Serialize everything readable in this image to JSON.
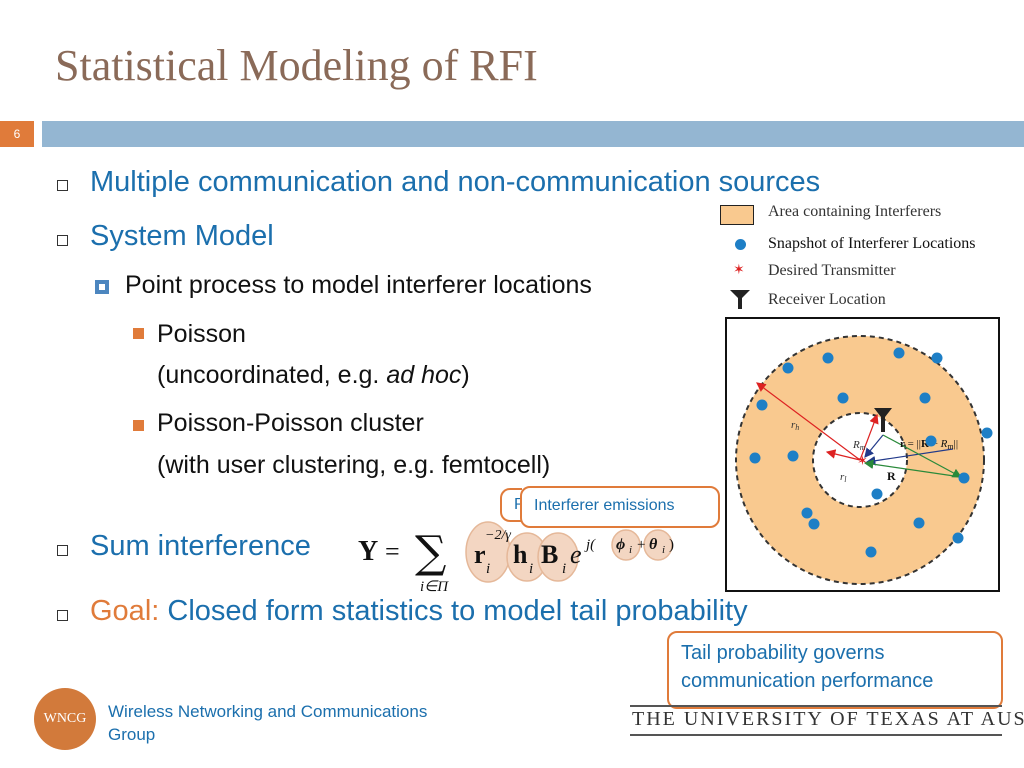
{
  "title": "Statistical Modeling of RFI",
  "slide_number": "6",
  "bullets": {
    "b1": "Multiple communication and non-communication sources",
    "b2": "System Model",
    "b2_sub": "Point process to model interferer locations",
    "poisson_1": "Poisson",
    "poisson_2a": "(uncoordinated, e.g. ",
    "poisson_2b": "ad hoc",
    "poisson_2c": ")",
    "ppc_1": "Poisson-Poisson cluster",
    "ppc_2": "(with user clustering, e.g. femtocell)",
    "b3": "Sum interference",
    "b4_label": "Goal:",
    "b4_text": "Closed form statistics to model tail probability"
  },
  "callouts": {
    "interferer": "Interferer emissions",
    "hidden_prefix": "P",
    "tail_1": "Tail probability governs",
    "tail_2": "communication performance"
  },
  "legend": {
    "area": "Area containing Interferers",
    "snapshot": "Snapshot of Interferer Locations",
    "tx": "Desired Transmitter",
    "rx": "Receiver Location"
  },
  "diagram_labels": {
    "rh": "r_h",
    "rl": "r_l",
    "Rm": "R_m",
    "R": "R",
    "r_eq": "r = ||R − R_m||"
  },
  "footer": {
    "group_1": "Wireless Networking and Communications",
    "group_2": "Group",
    "logo": "WNCG",
    "university": "THE UNIVERSITY OF TEXAS AT AUSTIN"
  },
  "colors": {
    "accent": "#e07b3a",
    "bar": "#94b6d2",
    "text_blue": "#1b6fad",
    "area_fill": "#f9c98f",
    "dot": "#1e7fc6"
  }
}
